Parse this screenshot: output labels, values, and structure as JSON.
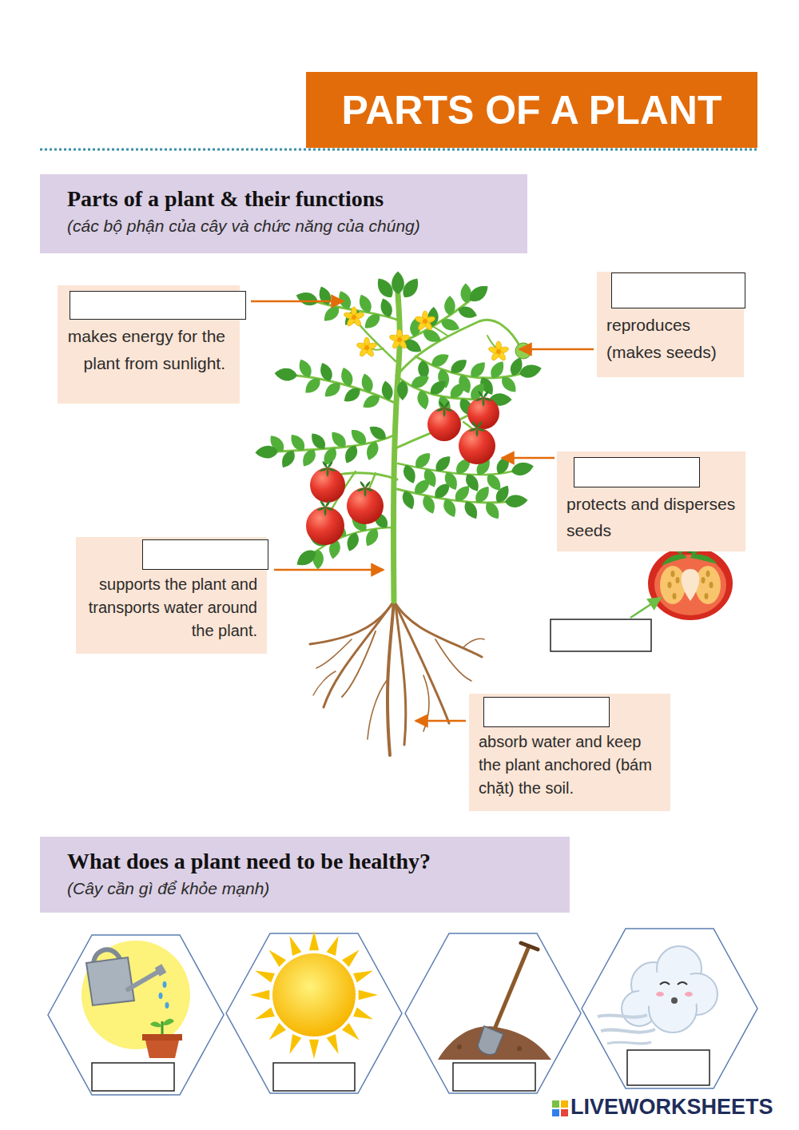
{
  "diagram": {
    "title": "PARTS OF A PLANT",
    "nodes": [
      {
        "text": [
          "Parts of a plant & their functions",
          "(các bộ phận của cây và chức năng của chúng)"
        ]
      },
      {
        "text": [
          "makes energy for the plant from sunlight."
        ]
      },
      {
        "text": [
          "reproduces (makes seeds)"
        ]
      },
      {
        "text": [
          "protects and disperses seeds"
        ]
      },
      {
        "text": [
          "supports the plant and transports water around the plant."
        ]
      },
      {
        "text": [
          "absorb water and keep the plant anchored (bám chặt) the soil."
        ]
      },
      {
        "text": [
          "What does a plant need to be healthy?",
          "(Cây cần gì để khỏe mạnh)"
        ]
      }
    ],
    "labels": [
      "LIVEWORKSHEETS"
    ]
  }
}
